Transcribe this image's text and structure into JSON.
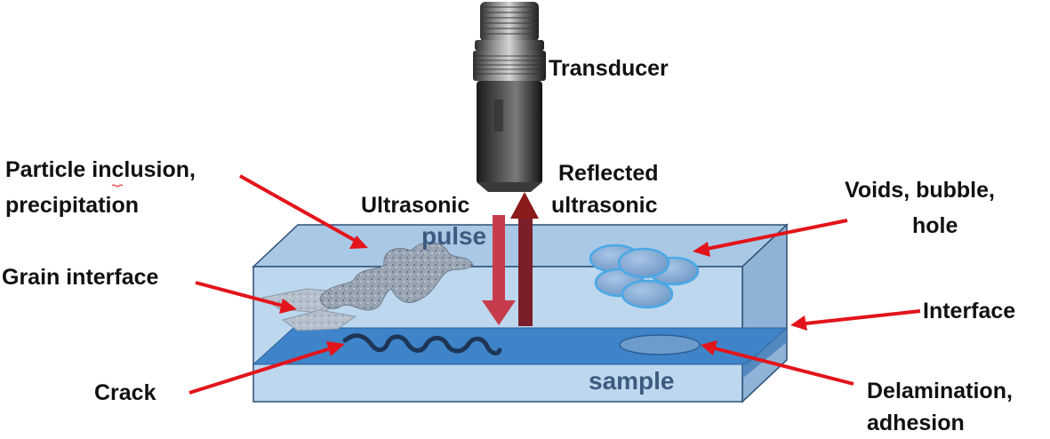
{
  "labels": {
    "transducer": "Transducer",
    "particle_line1": "Particle inclusion,",
    "particle_line2": "precipitation",
    "ultrasonic": "Ultrasonic",
    "pulse": "pulse",
    "reflected_line1": "Reflected",
    "reflected_line2": "ultrasonic",
    "voids_line1": "Voids, bubble,",
    "voids_line2": "hole",
    "grain_interface": "Grain interface",
    "interface": "Interface",
    "crack": "Crack",
    "sample": "sample",
    "delamination_line1": "Delamination,",
    "delamination_line2": "adhesion"
  },
  "colors": {
    "arrow": "#e3141b",
    "block_front": "#bdd7ee",
    "block_top": "#a9c8e6",
    "block_side": "#8fb3d6",
    "interface_band": "#3f84c8",
    "pulse_arrow": "#c73c4c",
    "reflected_arrow": "#8b1a1a",
    "text_in_sample": "#3d5a80"
  },
  "icons": {
    "transducer": "transducer-icon"
  }
}
